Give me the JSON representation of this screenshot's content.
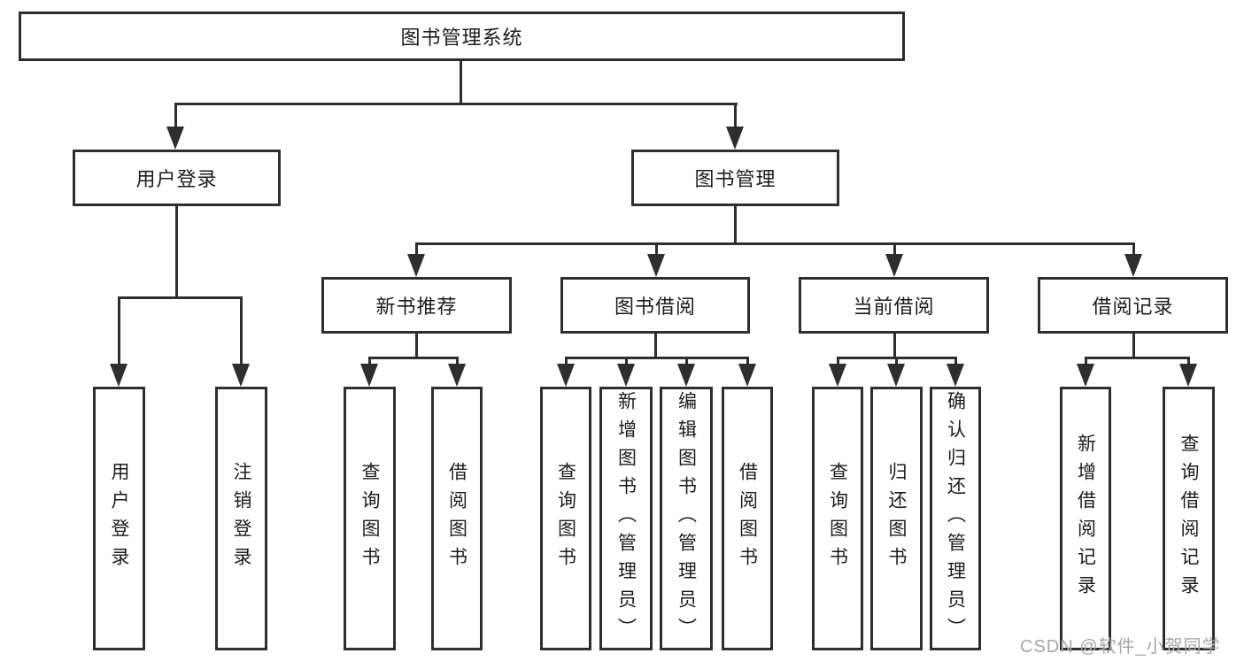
{
  "nodes": {
    "root": "图书管理系统",
    "userLogin": "用户登录",
    "bookMgmt": "图书管理",
    "newBookRec": "新书推荐",
    "bookBorrow": "图书借阅",
    "currentBorrow": "当前借阅",
    "borrowRecords": "借阅记录",
    "loginLeaf": "用户登录",
    "logoutLeaf": "注销登录",
    "recQuery": "查询图书",
    "recBorrow": "借阅图书",
    "bbQuery": "查询图书",
    "bbAdd": "新增图书（管理员）",
    "bbEdit": "编辑图书（管理员）",
    "bbBorrow": "借阅图书",
    "cbQuery": "查询图书",
    "cbReturn": "归还图书",
    "cbConfirm": "确认归还（管理员）",
    "brAdd": "新增借阅记录",
    "brQuery": "查询借阅记录"
  },
  "watermark": {
    "text": "CSDN @软件_小贺同学",
    "color": "#a6a6a6"
  },
  "colors": {
    "line": "#2e2e2e",
    "text": "#1c1c1c",
    "background": "#ffffff"
  },
  "structure": {
    "label": "图书管理系统",
    "children": [
      {
        "label": "用户登录",
        "children": [
          {
            "label": "用户登录"
          },
          {
            "label": "注销登录"
          }
        ]
      },
      {
        "label": "图书管理",
        "children": [
          {
            "label": "新书推荐",
            "children": [
              {
                "label": "查询图书"
              },
              {
                "label": "借阅图书"
              }
            ]
          },
          {
            "label": "图书借阅",
            "children": [
              {
                "label": "查询图书"
              },
              {
                "label": "新增图书（管理员）"
              },
              {
                "label": "编辑图书（管理员）"
              },
              {
                "label": "借阅图书"
              }
            ]
          },
          {
            "label": "当前借阅",
            "children": [
              {
                "label": "查询图书"
              },
              {
                "label": "归还图书"
              },
              {
                "label": "确认归还（管理员）"
              }
            ]
          },
          {
            "label": "借阅记录",
            "children": [
              {
                "label": "新增借阅记录"
              },
              {
                "label": "查询借阅记录"
              }
            ]
          }
        ]
      }
    ]
  }
}
